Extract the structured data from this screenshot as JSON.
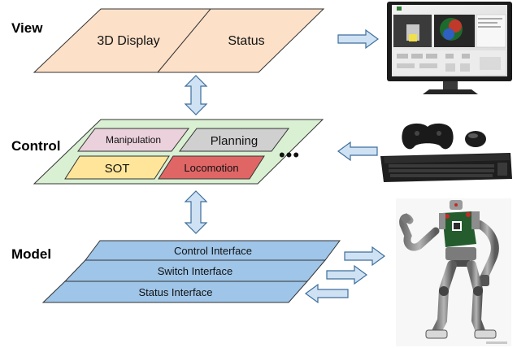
{
  "layers": {
    "view": {
      "label": "View",
      "panels": [
        "3D Display",
        "Status"
      ]
    },
    "control": {
      "label": "Control",
      "modules": [
        "Manipulation",
        "Planning",
        "SOT",
        "Locomotion"
      ],
      "more_marker": "•••"
    },
    "model": {
      "label": "Model",
      "interfaces": [
        "Control Interface",
        "Switch Interface",
        "Status Interface"
      ]
    }
  },
  "devices": {
    "monitor": {
      "icon": "monitor-icon"
    },
    "input": {
      "icons": [
        "gamepad-icon",
        "mouse-icon",
        "keyboard-icon"
      ]
    },
    "robot": {
      "icon": "humanoid-robot-icon"
    }
  },
  "colors": {
    "view_fill": "#fce0c8",
    "control_fill": "#d9f0d3",
    "manipulation_fill": "#ead1dc",
    "planning_fill": "#d0d0d0",
    "sot_fill": "#ffe599",
    "locomotion_fill": "#e06666",
    "model_fill": "#9fc5e8",
    "arrow_fill": "#cfe2f3",
    "arrow_stroke": "#3d6e9c"
  }
}
